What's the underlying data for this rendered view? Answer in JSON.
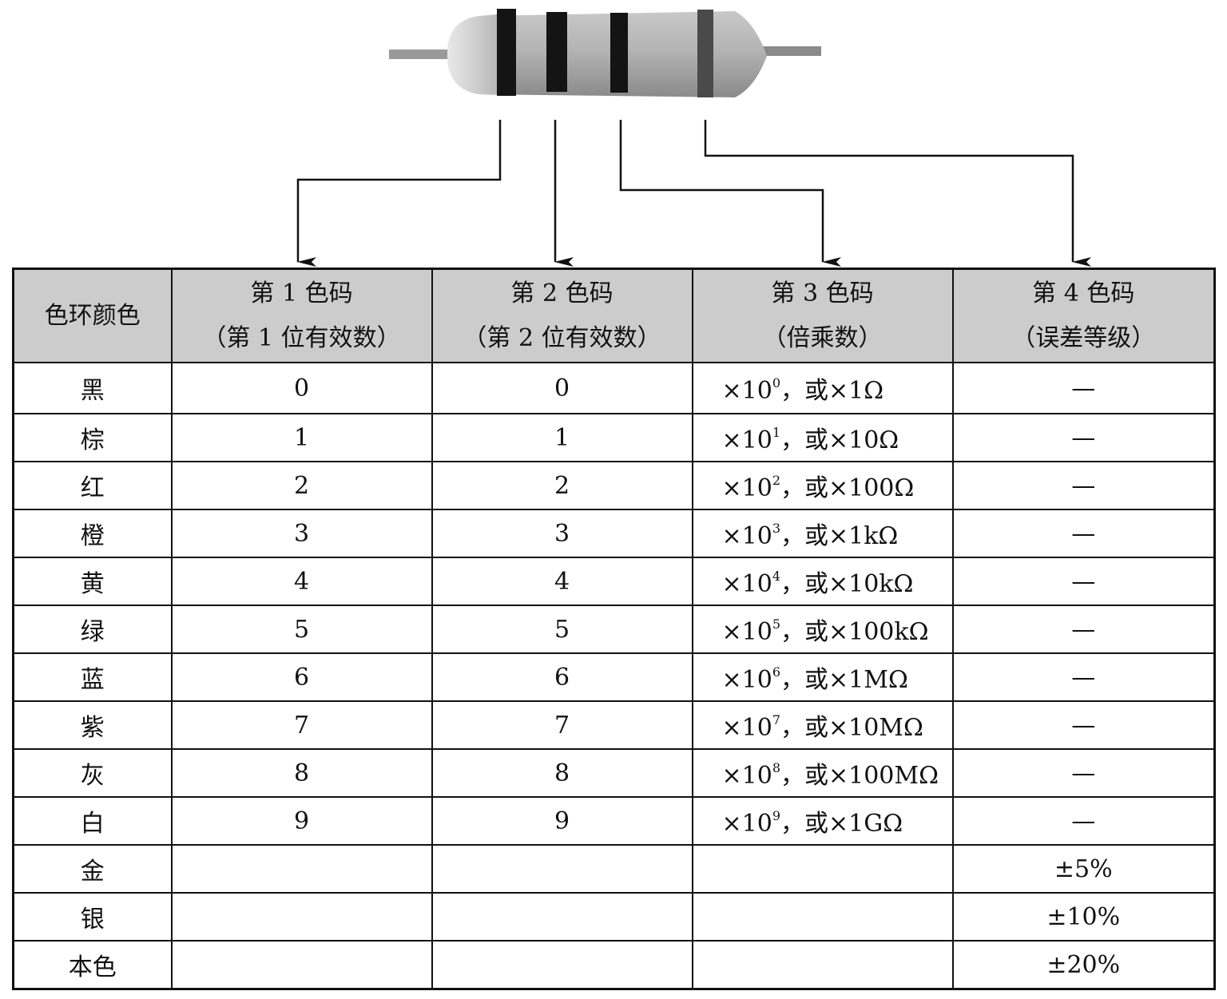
{
  "resistor": {
    "band_labels": [
      "第1色码",
      "第2色码",
      "第3色码",
      "第4色码"
    ]
  },
  "table": {
    "headers": [
      {
        "line1": "色环颜色",
        "line2": ""
      },
      {
        "line1": "第 1 色码",
        "line2": "（第 1 位有效数）"
      },
      {
        "line1": "第 2 色码",
        "line2": "（第 2 位有效数）"
      },
      {
        "line1": "第 3 色码",
        "line2": "（倍乘数）"
      },
      {
        "line1": "第 4 色码",
        "line2": "（误差等级）"
      }
    ],
    "rows": [
      {
        "color": "黑",
        "d1": "0",
        "d2": "0",
        "mult_pre": "×10",
        "mult_exp": "0",
        "mult_post": "，或×1Ω",
        "tol": "—"
      },
      {
        "color": "棕",
        "d1": "1",
        "d2": "1",
        "mult_pre": "×10",
        "mult_exp": "1",
        "mult_post": "，或×10Ω",
        "tol": "—"
      },
      {
        "color": "红",
        "d1": "2",
        "d2": "2",
        "mult_pre": "×10",
        "mult_exp": "2",
        "mult_post": "，或×100Ω",
        "tol": "—"
      },
      {
        "color": "橙",
        "d1": "3",
        "d2": "3",
        "mult_pre": "×10",
        "mult_exp": "3",
        "mult_post": "，或×1kΩ",
        "tol": "—"
      },
      {
        "color": "黄",
        "d1": "4",
        "d2": "4",
        "mult_pre": "×10",
        "mult_exp": "4",
        "mult_post": "，或×10kΩ",
        "tol": "—"
      },
      {
        "color": "绿",
        "d1": "5",
        "d2": "5",
        "mult_pre": "×10",
        "mult_exp": "5",
        "mult_post": "，或×100kΩ",
        "tol": "—"
      },
      {
        "color": "蓝",
        "d1": "6",
        "d2": "6",
        "mult_pre": "×10",
        "mult_exp": "6",
        "mult_post": "，或×1MΩ",
        "tol": "—"
      },
      {
        "color": "紫",
        "d1": "7",
        "d2": "7",
        "mult_pre": "×10",
        "mult_exp": "7",
        "mult_post": "，或×10MΩ",
        "tol": "—"
      },
      {
        "color": "灰",
        "d1": "8",
        "d2": "8",
        "mult_pre": "×10",
        "mult_exp": "8",
        "mult_post": "，或×100MΩ",
        "tol": "—"
      },
      {
        "color": "白",
        "d1": "9",
        "d2": "9",
        "mult_pre": "×10",
        "mult_exp": "9",
        "mult_post": "，或×1GΩ",
        "tol": "—"
      },
      {
        "color": "金",
        "d1": "",
        "d2": "",
        "mult_pre": "",
        "mult_exp": "",
        "mult_post": "",
        "tol": "±5%"
      },
      {
        "color": "银",
        "d1": "",
        "d2": "",
        "mult_pre": "",
        "mult_exp": "",
        "mult_post": "",
        "tol": "±10%"
      },
      {
        "color": "本色",
        "d1": "",
        "d2": "",
        "mult_pre": "",
        "mult_exp": "",
        "mult_post": "",
        "tol": "±20%"
      }
    ]
  }
}
